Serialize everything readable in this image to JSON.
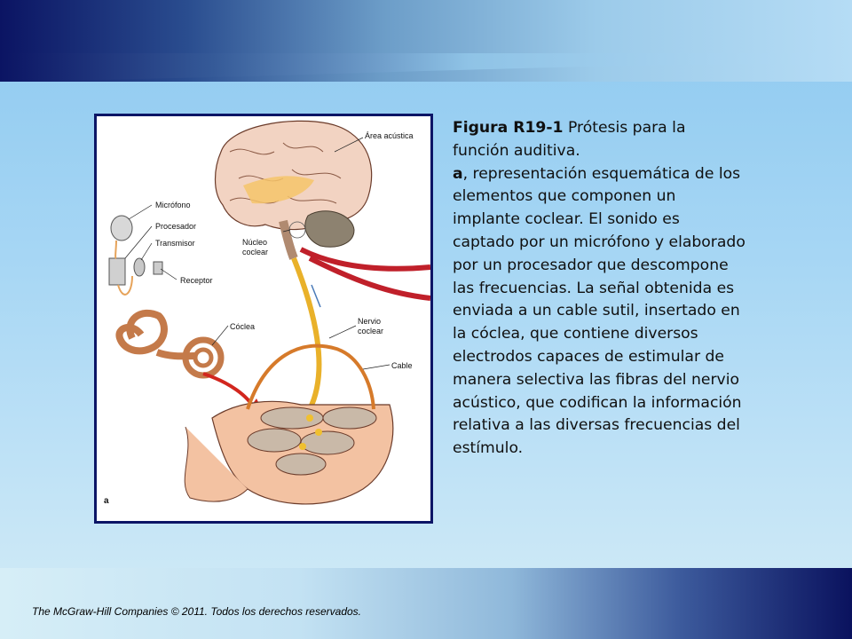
{
  "figure": {
    "panel_letter": "a",
    "labels": {
      "area_acustica": "Área acústica",
      "microfono": "Micrófono",
      "procesador": "Procesador",
      "transmisor": "Transmisor",
      "receptor": "Receptor",
      "nucleo_1": "Núcleo",
      "nucleo_2": "coclear",
      "coclea": "Cóclea",
      "nervio_1": "Nervio",
      "nervio_2": "coclear",
      "cable": "Cable"
    }
  },
  "caption": {
    "title_bold": "Figura R19-1",
    "title_rest": " Prótesis para la función auditiva.",
    "letter_bold": "a",
    "body": ", representación esquemática de los elementos que componen un implante coclear. El sonido es captado por un micrófono y elaborado por un procesador que descompone las frecuencias. La señal obtenida es enviada a un cable sutil, insertado  en la cóclea, que contiene diversos electrodos capaces de estimular de manera selectiva las fibras del nervio acústico, que codifican la  información relativa a las diversas frecuencias del estímulo."
  },
  "footer": "The McGraw-Hill  Companies © 2011. Todos los derechos reservados."
}
